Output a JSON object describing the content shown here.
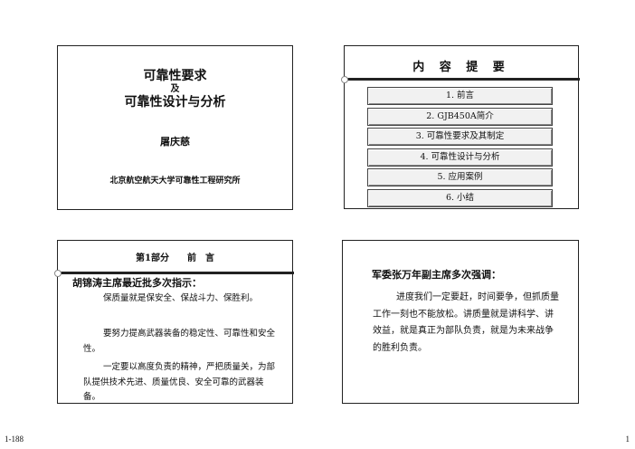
{
  "slide1": {
    "title_line1": "可靠性要求",
    "title_line2": "及",
    "title_line3": "可靠性设计与分析",
    "author": "屠庆慈",
    "institute": "北京航空航天大学可靠性工程研究所"
  },
  "slide2": {
    "title": "内 容 提 要",
    "items": [
      "1. 前言",
      "2. GJB450A简介",
      "3. 可靠性要求及其制定",
      "4. 可靠性设计与分析",
      "5. 应用案例",
      "6. 小结"
    ]
  },
  "slide3": {
    "title": "第1部分　　前　言",
    "lead": "胡锦涛主席最近批多次指示：",
    "para1": "保质量就是保安全、保战斗力、保胜利。",
    "para2": "要努力提高武器装备的稳定性、可靠性和安全性。",
    "para3": "一定要以高度负责的精神，严把质量关，为部队提供技术先进、质量优良、安全可靠的武器装备。"
  },
  "slide4": {
    "lead": "军委张万年副主席多次强调：",
    "para": "进度我们一定要赶，时间要争，但抓质量工作一刻也不能放松。讲质量就是讲科学、讲效益，就是真正为部队负责，就是为未来战争的胜利负责。"
  },
  "footer": {
    "left": "1-188",
    "right": "1"
  }
}
